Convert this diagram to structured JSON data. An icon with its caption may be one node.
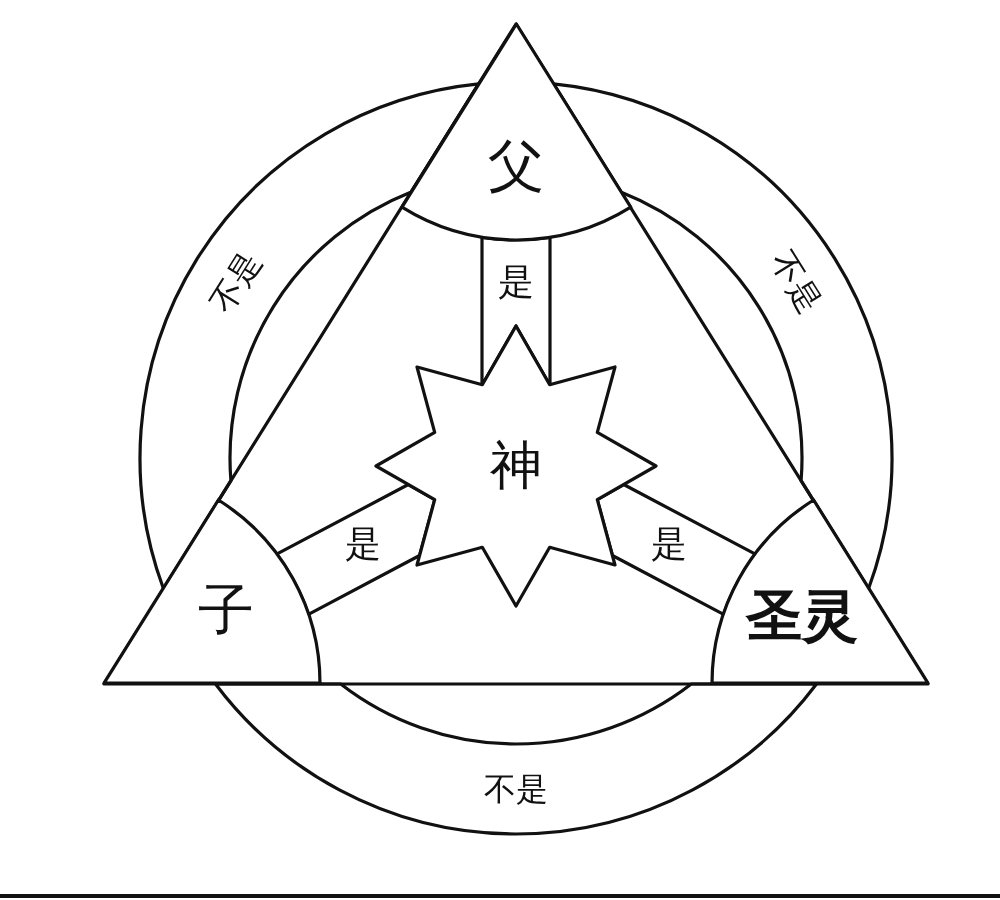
{
  "diagram": {
    "nodes": [
      {
        "text": [],
        "shape": "triangle"
      },
      {
        "text": [
          "父"
        ],
        "in": 0
      },
      {
        "text": [
          "神"
        ],
        "in": 0
      },
      {
        "text": [
          "子"
        ],
        "in": 0
      },
      {
        "text": [
          "圣灵"
        ],
        "in": 0
      }
    ],
    "edges": [
      {
        "from": 1,
        "to": 3,
        "label": "不是",
        "arrow": "none"
      },
      {
        "from": 2,
        "to": 1,
        "label": "是",
        "arrow": "none"
      },
      {
        "from": 4,
        "to": 1,
        "label": "不是",
        "arrow": "none"
      },
      {
        "from": 2,
        "to": 3,
        "label": "是",
        "arrow": "none"
      },
      {
        "from": 2,
        "to": 4,
        "label": "是",
        "arrow": "none"
      },
      {
        "from": 3,
        "to": 4,
        "label": "不是",
        "arrow": "none"
      }
    ]
  }
}
